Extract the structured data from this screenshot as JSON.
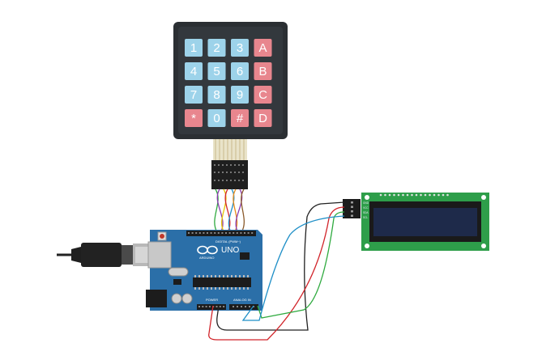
{
  "keypad": {
    "keys": [
      "1",
      "2",
      "3",
      "A",
      "4",
      "5",
      "6",
      "B",
      "7",
      "8",
      "9",
      "C",
      "*",
      "0",
      "#",
      "D"
    ],
    "colors": {
      "number": "#9dd3ea",
      "function": "#e8868e",
      "frame": "#2b2f33"
    }
  },
  "arduino": {
    "model_label": "UNO",
    "brand_label": "ARDUINO",
    "digital_label": "DIGITAL (PWM~)",
    "power_label": "POWER",
    "analog_label": "ANALOG IN",
    "board_color": "#2b6fa8"
  },
  "lcd": {
    "pin_labels": [
      "GND",
      "VCC",
      "SDA",
      "SCL"
    ],
    "board_color": "#2e9e4a",
    "screen_color": "#1e2a4a"
  },
  "wires": {
    "colors": {
      "red": "#d1242a",
      "black": "#222222",
      "green": "#2faa3f",
      "blue": "#1f8fc7",
      "orange": "#e88b1a",
      "yellow": "#e5c400",
      "purple": "#8b3ab0",
      "brown": "#8a5a2b"
    }
  }
}
